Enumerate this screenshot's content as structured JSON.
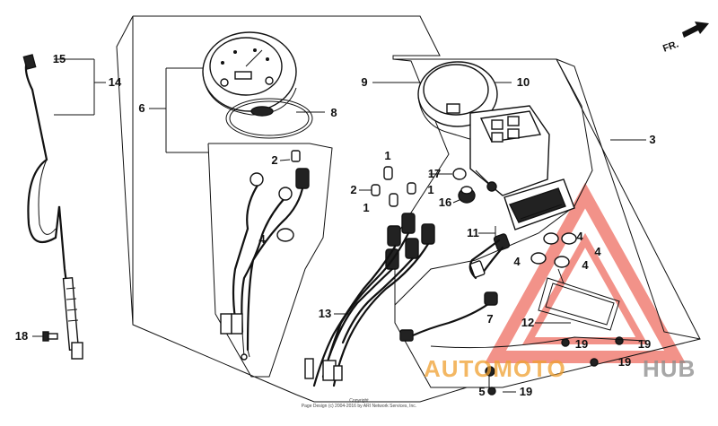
{
  "callouts": {
    "c1a": "1",
    "c1b": "1",
    "c1c": "1",
    "c2a": "2",
    "c2b": "2",
    "c3": "3",
    "c4a": "4",
    "c4b": "4",
    "c4c": "4",
    "c4d": "4",
    "c4e": "4",
    "c5": "5",
    "c6": "6",
    "c7": "7",
    "c8": "8",
    "c9": "9",
    "c10": "10",
    "c11": "11",
    "c12": "12",
    "c13": "13",
    "c14": "14",
    "c15": "15",
    "c16": "16",
    "c17": "17",
    "c18": "18",
    "c19a": "19",
    "c19b": "19",
    "c19c": "19",
    "c19d": "19"
  },
  "direction_label": "FR.",
  "copyright": {
    "line1": "Copyright",
    "line2": "Page Design (c) 2004-2016 by ARI Network Services, Inc."
  },
  "watermark": {
    "part1": "AUTOMOTO",
    "part2": "HUB",
    "color_orange": "#f0a030",
    "color_gray": "#8a8a8a",
    "color_red": "#e83a2a"
  }
}
